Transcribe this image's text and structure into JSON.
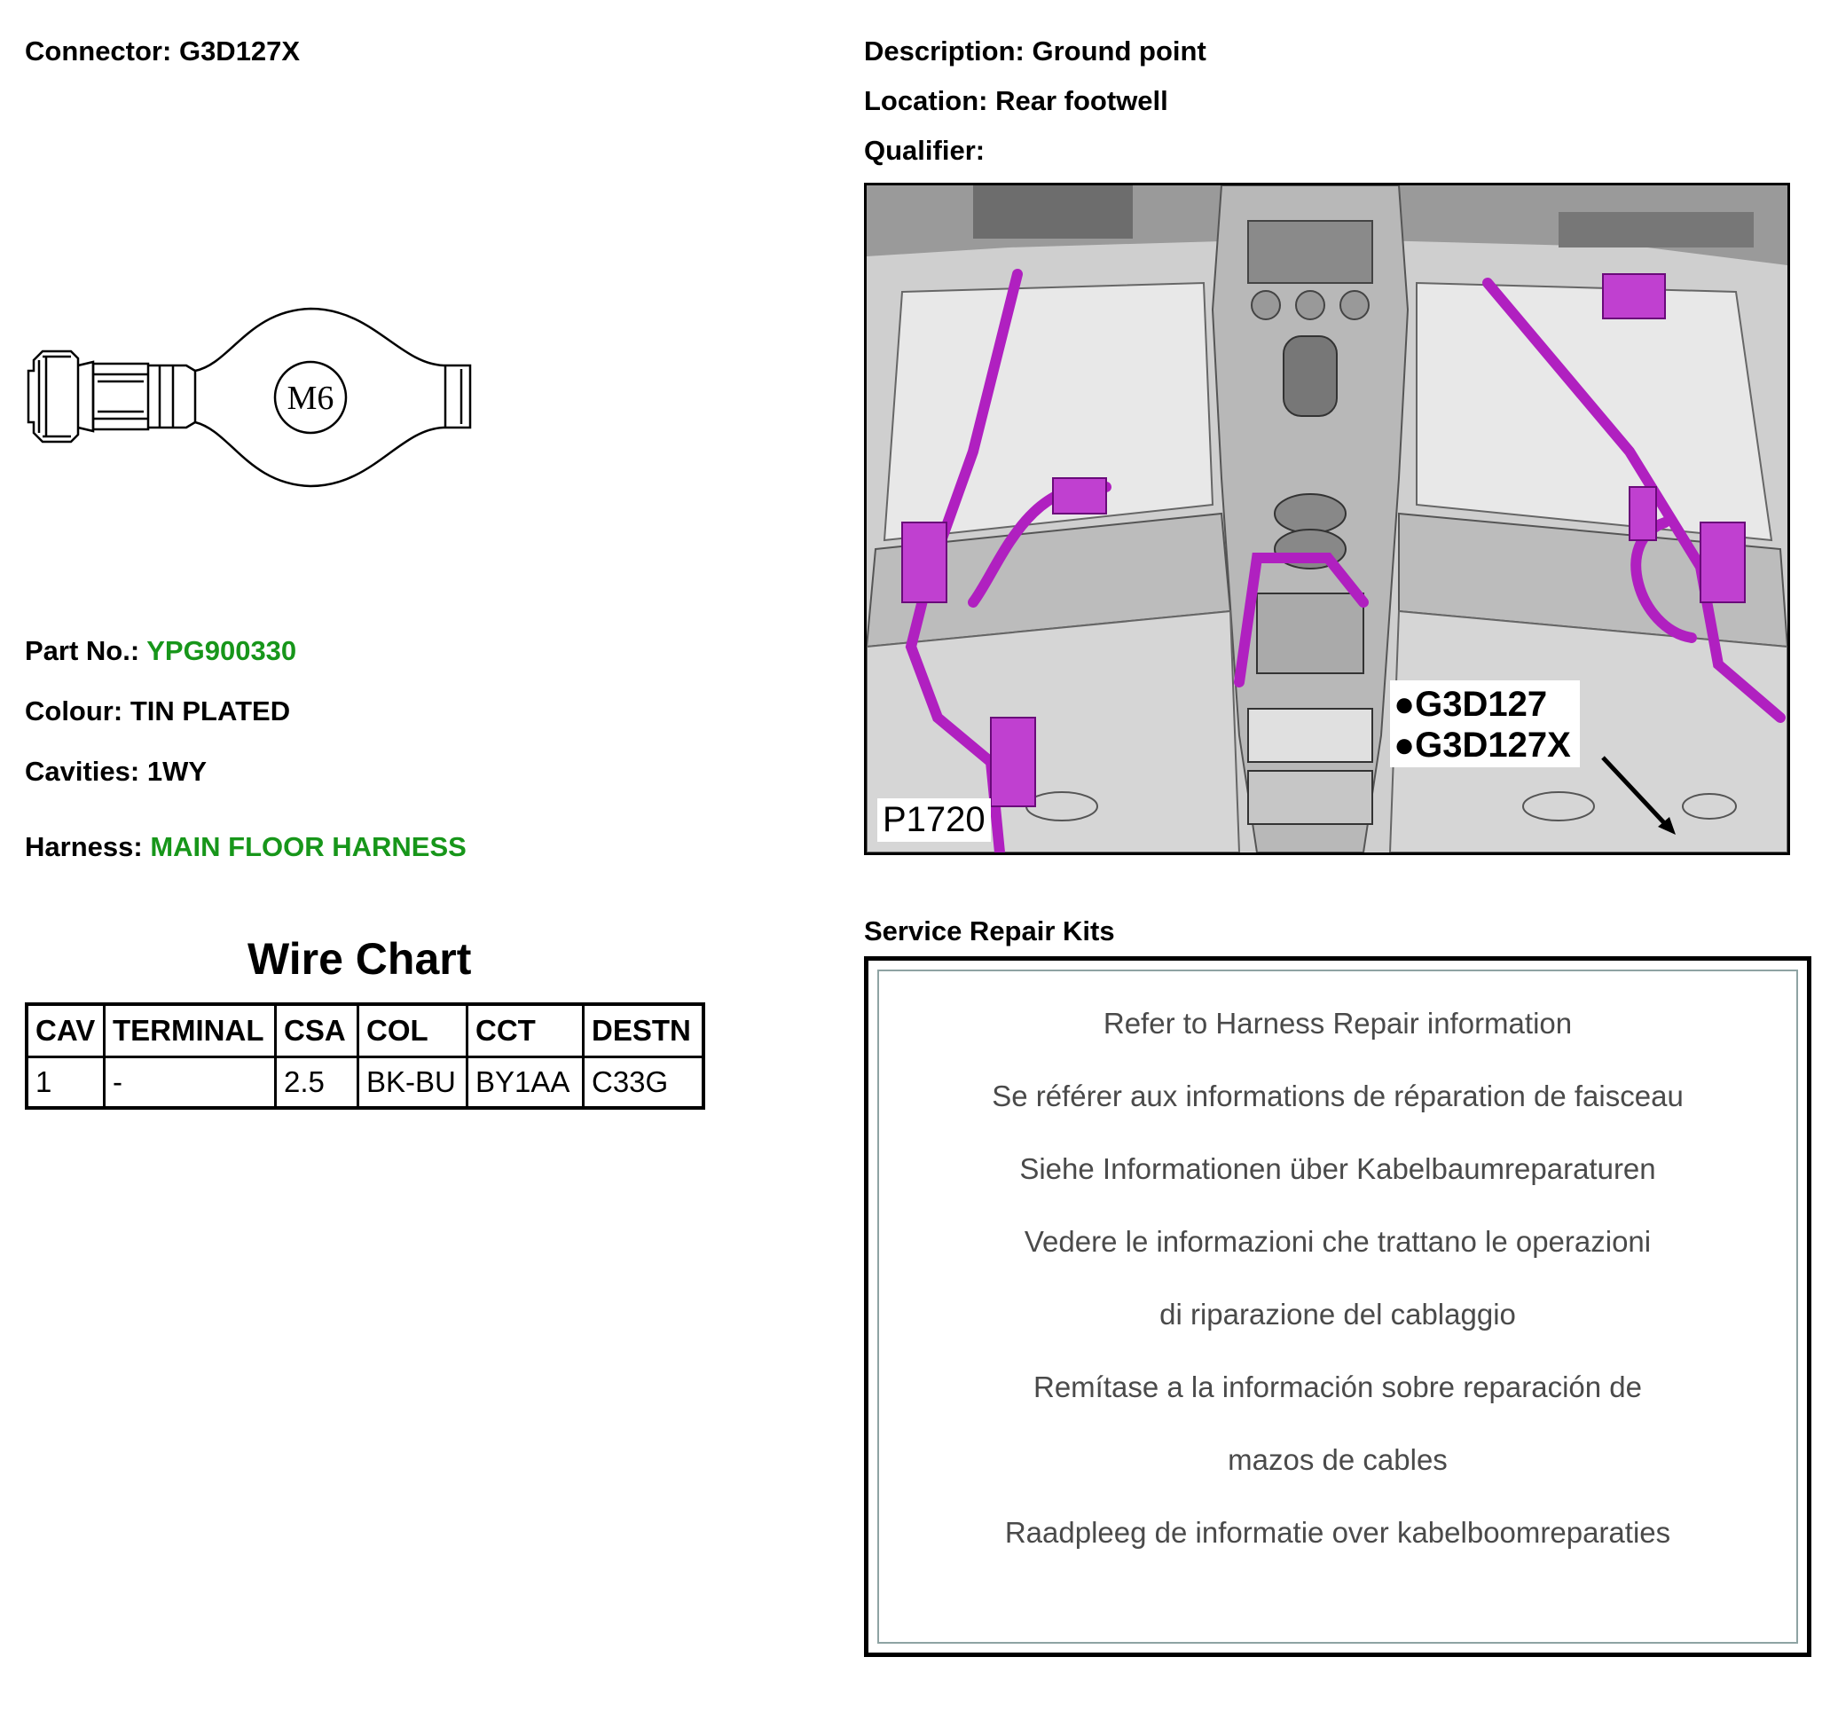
{
  "connector": {
    "label": "Connector:",
    "value": "G3D127X"
  },
  "description": {
    "label": "Description:",
    "value": "Ground point"
  },
  "location": {
    "label": "Location:",
    "value": "Rear footwell"
  },
  "qualifier": {
    "label": "Qualifier:",
    "value": ""
  },
  "terminal_drawing": {
    "stud_label": "M6"
  },
  "part_no": {
    "label": "Part No.:",
    "value": "YPG900330"
  },
  "colour": {
    "label": "Colour:",
    "value": "TIN PLATED"
  },
  "cavities": {
    "label": "Cavities:",
    "value": "1WY"
  },
  "harness": {
    "label": "Harness:",
    "value": "MAIN FLOOR HARNESS"
  },
  "wire_chart": {
    "title": "Wire Chart",
    "headers": [
      "CAV",
      "TERMINAL",
      "CSA",
      "COL",
      "CCT",
      "DESTN"
    ],
    "rows": [
      [
        "1",
        "-",
        "2.5",
        "BK-BU",
        "BY1AA",
        "C33G"
      ]
    ]
  },
  "photo": {
    "figure_id": "P1720",
    "callouts": [
      "●G3D127",
      "●G3D127X"
    ],
    "harness_color": "#b020c0"
  },
  "service_repair_kits": {
    "title": "Service Repair Kits",
    "lines": [
      "Refer to Harness Repair information",
      "Se référer aux informations de réparation de faisceau",
      "Siehe Informationen über Kabelbaumreparaturen",
      "Vedere le informazioni che trattano le operazioni",
      "di riparazione del cablaggio",
      "Remítase a la información sobre reparación de",
      "mazos de cables",
      "Raadpleeg de informatie over kabelboomreparaties"
    ]
  }
}
